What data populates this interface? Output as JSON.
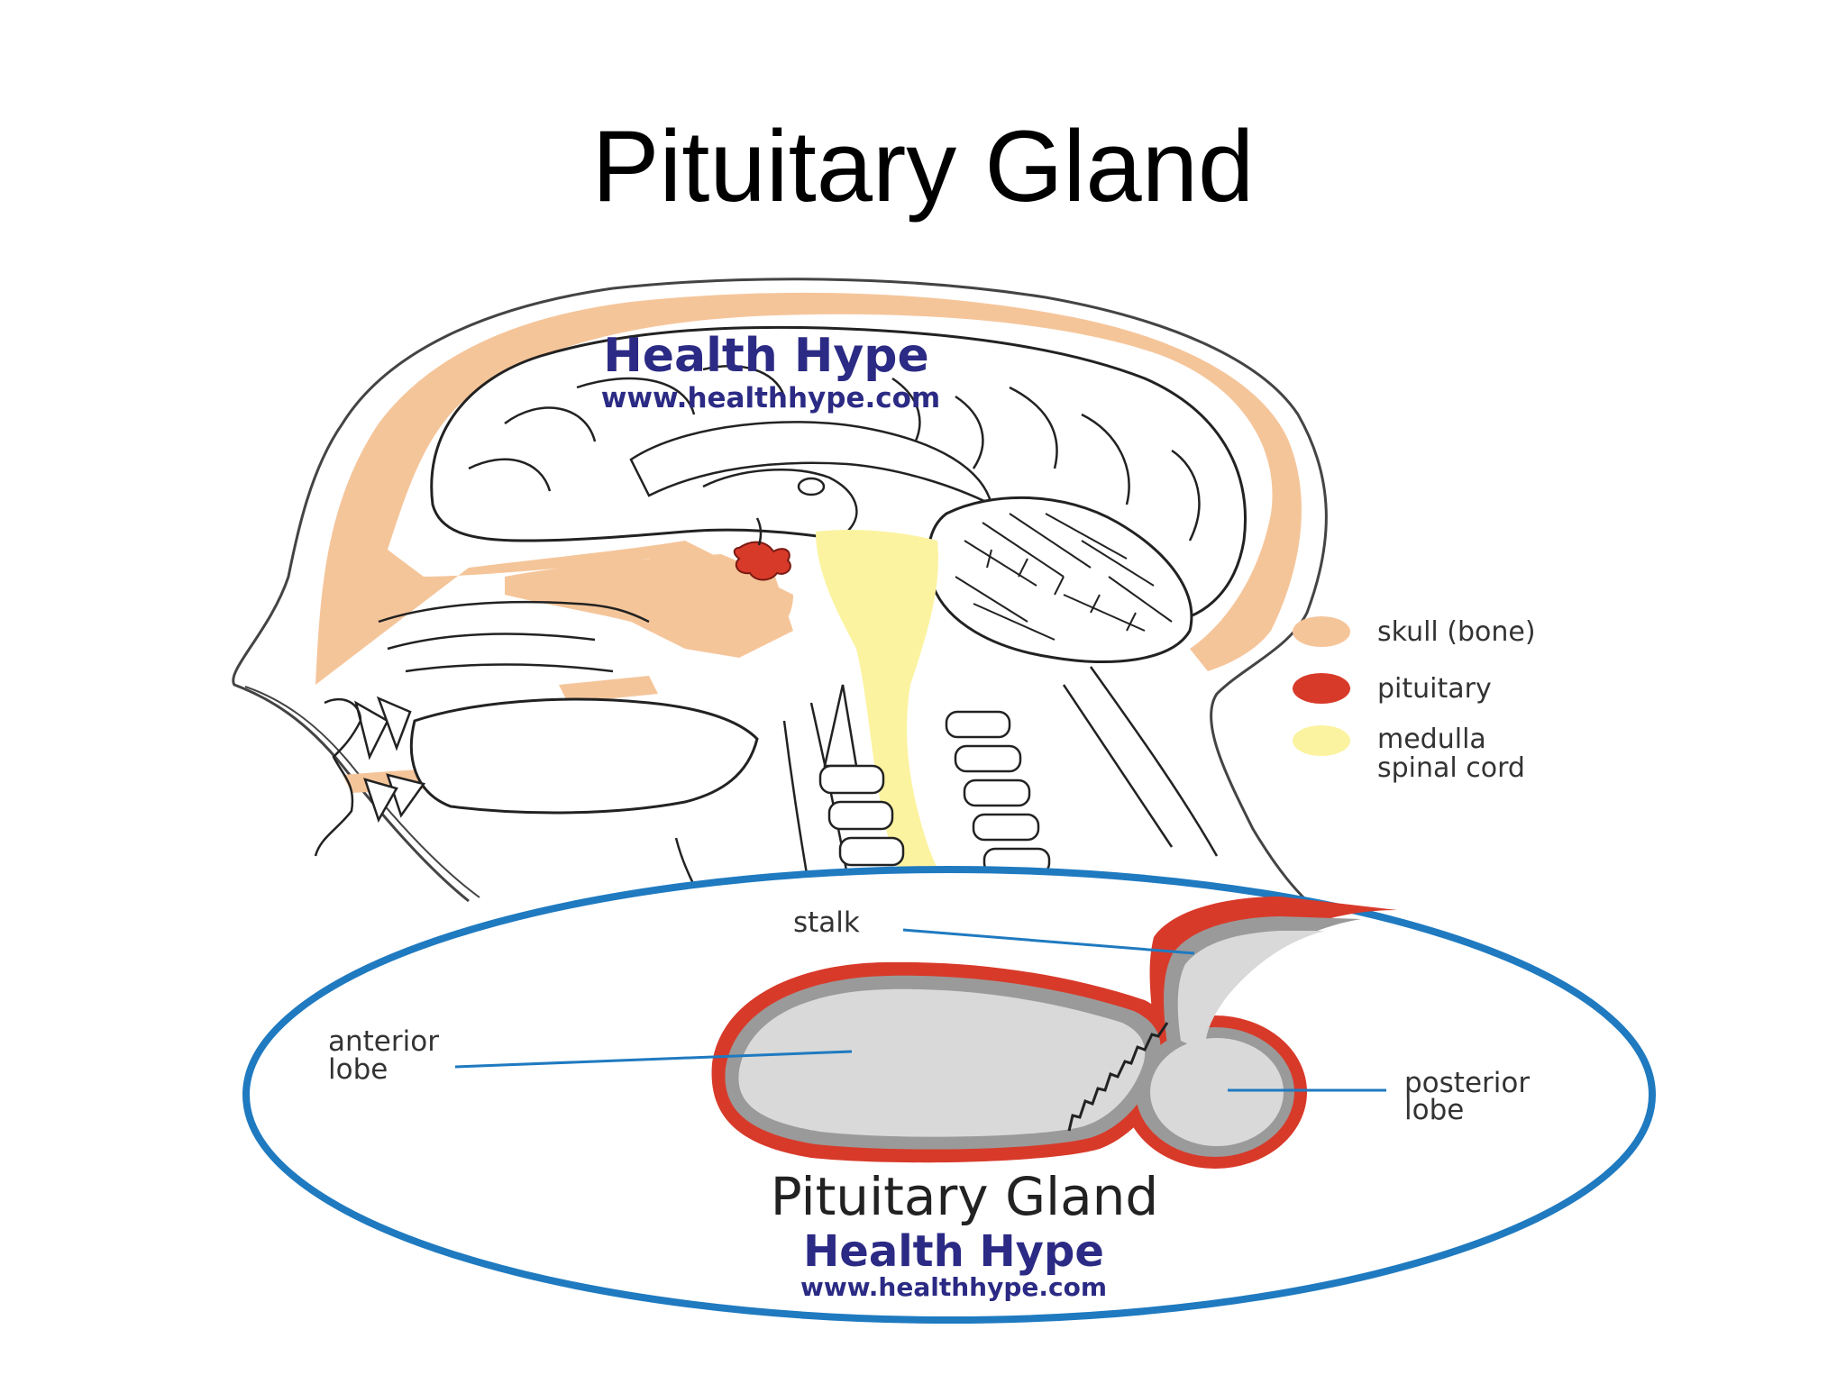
{
  "slide": {
    "title": "Pituitary Gland"
  },
  "head_diagram": {
    "watermark_title": "Health Hype",
    "watermark_url": "www.healthhype.com"
  },
  "legend": {
    "items": [
      {
        "label": "skull (bone)",
        "color": "#f5c59a"
      },
      {
        "label": "pituitary",
        "color": "#d83a2a"
      },
      {
        "label_lines": [
          "medulla",
          "spinal cord"
        ],
        "color": "#fbf3a0"
      }
    ]
  },
  "inset": {
    "labels": {
      "stalk": "stalk",
      "anterior_lobe": [
        "anterior",
        "lobe"
      ],
      "posterior_lobe": [
        "posterior",
        "lobe"
      ]
    },
    "title": "Pituitary Gland",
    "watermark_title": "Health Hype",
    "watermark_url": "www.healthhype.com",
    "colors": {
      "ellipse": "#1f7ac0",
      "gland_fill": "#d9d9d9",
      "gland_shell": "#9a9a9a",
      "gland_outline": "#d83a2a",
      "leader": "#1f7ac0"
    }
  }
}
